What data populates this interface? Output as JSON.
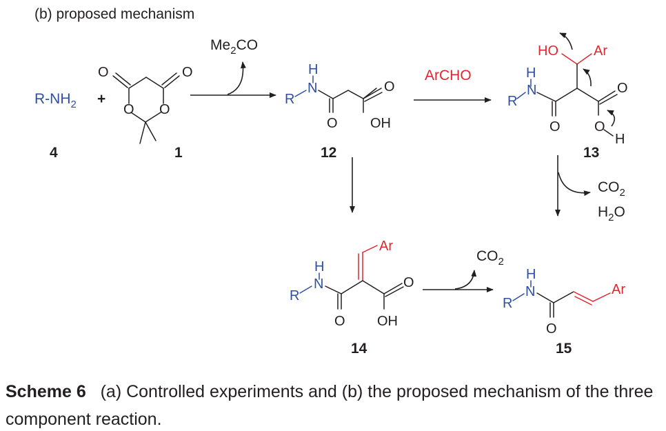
{
  "panel_label": "(b) proposed mechanism",
  "reagents": {
    "amine": "R-NH",
    "amine_sub": "2",
    "plus": "+",
    "acetone_pre": "Me",
    "acetone_sub": "2",
    "acetone_post": "CO",
    "aldehyde": "ArCHO",
    "co2_main": "CO",
    "co2_sub": "2",
    "water_pre": "H",
    "water_sub": "2",
    "water_post": "O"
  },
  "atoms": {
    "O": "O",
    "R": "R",
    "N": "N",
    "H": "H",
    "OH": "OH",
    "HO": "HO",
    "Ar": "Ar"
  },
  "compounds": {
    "c4": "4",
    "c1": "1",
    "c12": "12",
    "c13": "13",
    "c14": "14",
    "c15": "15"
  },
  "caption": {
    "label": "Scheme 6",
    "text": "(a) Controlled experiments and (b) the proposed mechanism of the three component reaction."
  },
  "colors": {
    "black": "#231f20",
    "blue": "#2e4fa3",
    "red": "#e0262e"
  }
}
